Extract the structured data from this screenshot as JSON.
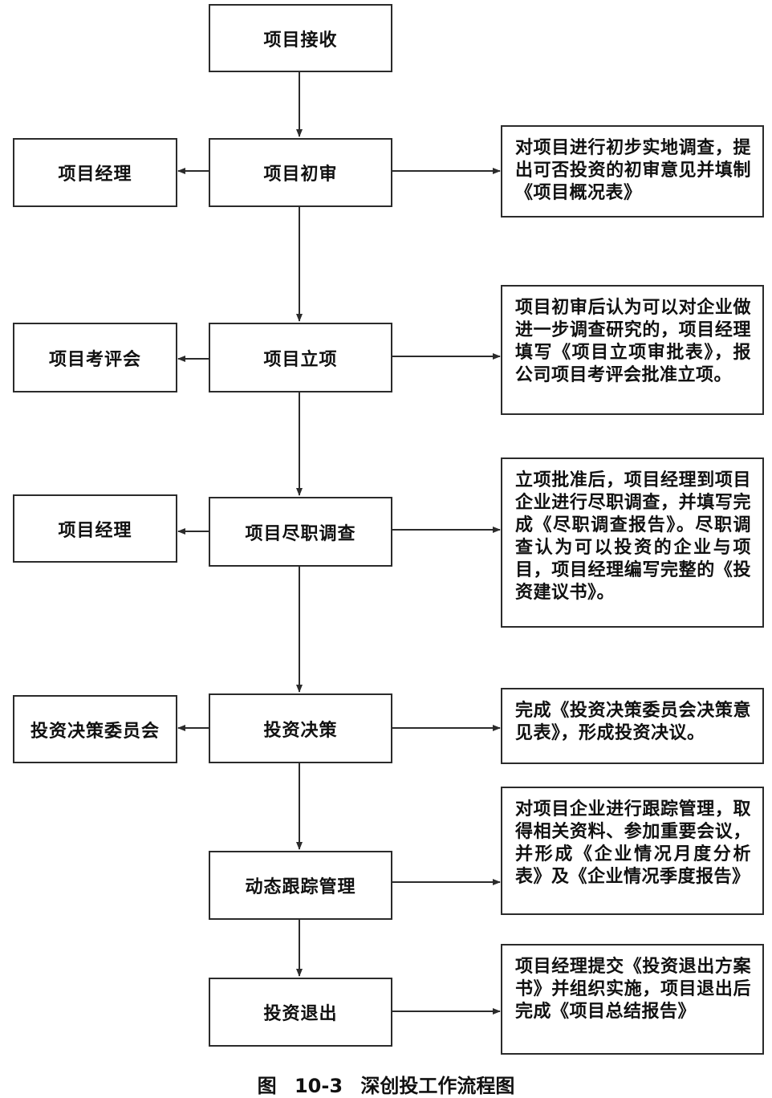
{
  "main_steps": [
    "项目接收",
    "项目初审",
    "项目立项",
    "项目尽职调查",
    "投资决策",
    "动态跟踪管理",
    "投资退出"
  ],
  "left_roles": {
    "initial_review": "项目经理",
    "approval": "项目考评会",
    "due_diligence": "项目经理",
    "decision": "投资决策委员会"
  },
  "notes": {
    "initial_review": "对项目进行初步实地调查，提出可否投资的初审意见并填制《项目概况表》",
    "approval": "项目初审后认为可以对企业做进一步调查研究的，项目经理填写《项目立项审批表》，报公司项目考评会批准立项。",
    "due_diligence": "立项批准后，项目经理到项目企业进行尽职调查，并填写完成《尽职调查报告》。尽职调查认为可以投资的企业与项目，项目经理编写完整的《投资建议书》。",
    "decision": "完成《投资决策委员会决策意见表》，形成投资决议。",
    "tracking": "对项目企业进行跟踪管理，取得相关资料、参加重要会议，并形成《企业情况月度分析表》及《企业情况季度报告》",
    "exit": "项目经理提交《投资退出方案书》并组织实施，项目退出后完成《项目总结报告》"
  },
  "caption": "图 10-3 深创投工作流程图"
}
